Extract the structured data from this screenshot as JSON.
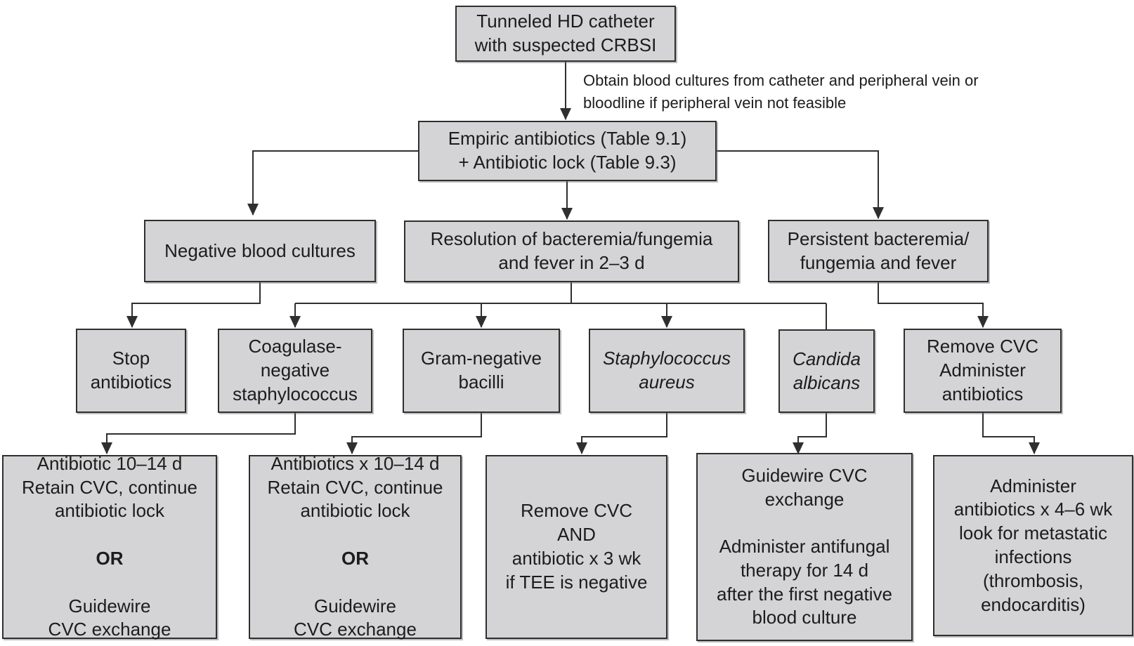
{
  "diagram": {
    "type": "flowchart",
    "colors": {
      "background": "#ffffff",
      "node_fill": "#d4d4d6",
      "node_border": "#2f2f2f",
      "connector_line": "#2f2f2f",
      "text": "#1c1c1c"
    },
    "annotation": {
      "text": "Obtain blood cultures from catheter and peripheral vein or\nbloodline if peripheral vein not feasible"
    },
    "nodes": {
      "tunneled": {
        "label": "Tunneled HD catheter\nwith suspected CRBSI"
      },
      "empiric": {
        "label": "Empiric antibiotics (Table 9.1)\n+ Antibiotic lock (Table 9.3)"
      },
      "negative": {
        "label": "Negative blood cultures"
      },
      "resolution": {
        "label": "Resolution of bacteremia/fungemia\nand fever in 2–3 d"
      },
      "persistent": {
        "label": "Persistent bacteremia/\nfungemia and fever"
      },
      "stop": {
        "label": "Stop\nantibiotics"
      },
      "coag": {
        "label": "Coagulase-\nnegative\nstaphylococcus"
      },
      "gram": {
        "label": "Gram-negative\nbacilli"
      },
      "staph": {
        "label": "Staphylococcus\naureus",
        "style": "italic"
      },
      "candida": {
        "label": "Candida\nalbicans",
        "style": "italic"
      },
      "removecvc": {
        "label": "Remove CVC\nAdminister\nantibiotics"
      },
      "outcome1": {
        "lines_before": "Antibiotic 10–14 d\nRetain CVC, continue\nantibiotic lock",
        "or_label": "OR",
        "lines_after": "Guidewire\nCVC exchange"
      },
      "outcome2": {
        "lines_before": "Antibiotics x 10–14 d\nRetain CVC, continue\nantibiotic lock",
        "or_label": "OR",
        "lines_after": "Guidewire\nCVC exchange"
      },
      "outcome3": {
        "label": "Remove CVC\nAND\nantibiotic x 3 wk\nif TEE is negative"
      },
      "outcome4": {
        "label": "Guidewire CVC\nexchange\n\nAdminister antifungal\ntherapy for 14 d\nafter the first negative\nblood culture"
      },
      "outcome5": {
        "label": "Administer\nantibiotics x 4–6 wk\nlook for metastatic\ninfections\n(thrombosis,\nendocarditis)"
      }
    },
    "edges": [
      {
        "from": "tunneled",
        "to": "empiric",
        "label": "Obtain blood cultures from catheter and peripheral vein or bloodline if peripheral vein not feasible"
      },
      {
        "from": "empiric",
        "to": "negative"
      },
      {
        "from": "empiric",
        "to": "resolution"
      },
      {
        "from": "empiric",
        "to": "persistent"
      },
      {
        "from": "negative",
        "to": "stop"
      },
      {
        "from": "resolution",
        "to": "coag"
      },
      {
        "from": "resolution",
        "to": "gram"
      },
      {
        "from": "resolution",
        "to": "staph"
      },
      {
        "from": "resolution",
        "to": "candida"
      },
      {
        "from": "persistent",
        "to": "removecvc"
      },
      {
        "from": "coag",
        "to": "outcome1"
      },
      {
        "from": "gram",
        "to": "outcome2"
      },
      {
        "from": "staph",
        "to": "outcome3"
      },
      {
        "from": "candida",
        "to": "outcome4"
      },
      {
        "from": "removecvc",
        "to": "outcome5"
      }
    ]
  }
}
